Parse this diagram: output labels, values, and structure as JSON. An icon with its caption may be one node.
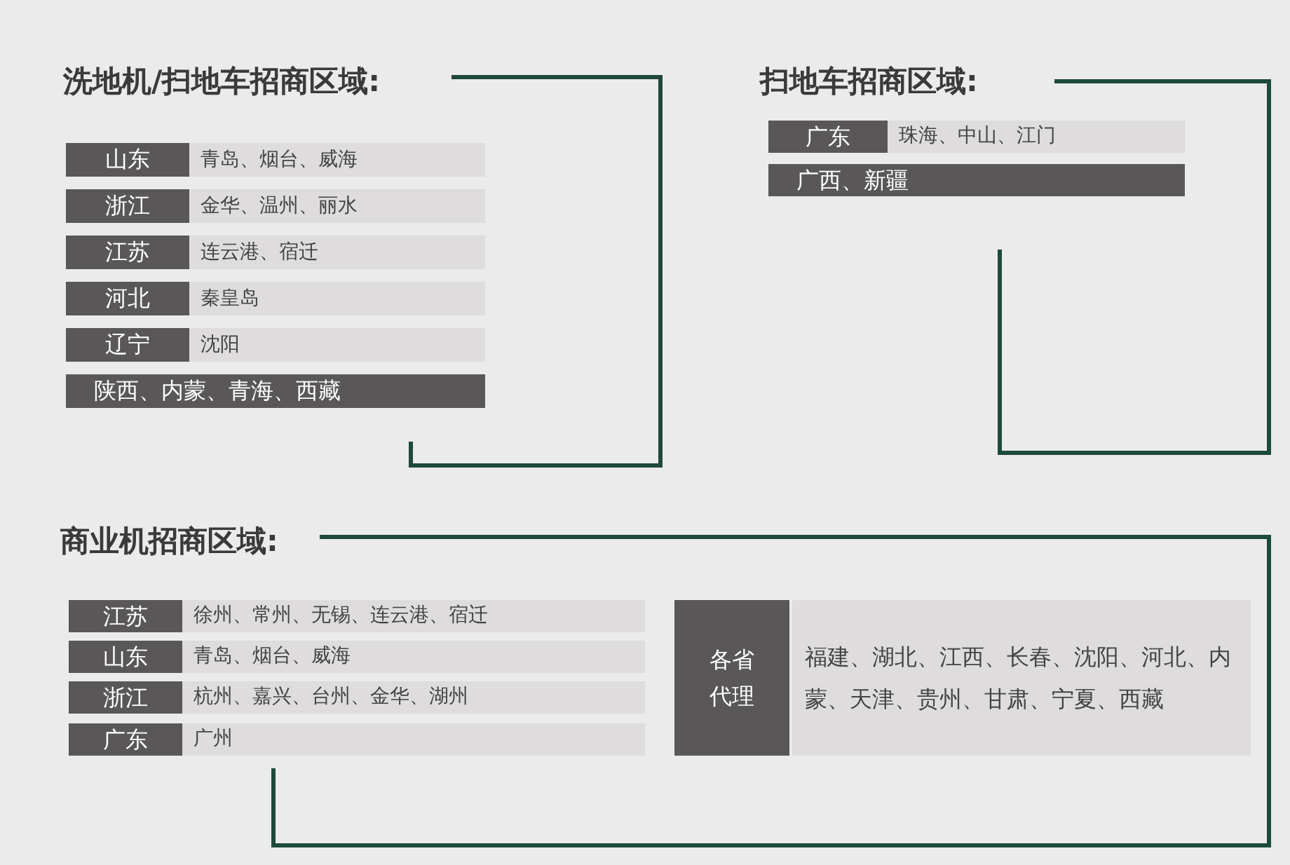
{
  "diagram": {
    "labels": [
      "洗地机/扫地车招商区域:",
      "山东",
      "青岛、烟台、威海",
      "浙江",
      "金华、温州、丽水",
      "江苏",
      "连云港、宿迁",
      "河北",
      "秦皇岛",
      "辽宁",
      "沈阳",
      "陕西、内蒙、青海、西藏",
      "扫地车招商区域:",
      "广东",
      "珠海、中山、江门",
      "广西、新疆",
      "商业机招商区域:",
      "江苏",
      "徐州、常州、无锡、连云港、宿迁",
      "山东",
      "青岛、烟台、威海",
      "浙江",
      "杭州、嘉兴、台州、金华、湖州",
      "广东",
      "广州",
      "各省代理",
      "福建、湖北、江西、长春、沈阳、河北、内蒙、天津、贵州、甘肃、宁夏、西藏"
    ]
  }
}
